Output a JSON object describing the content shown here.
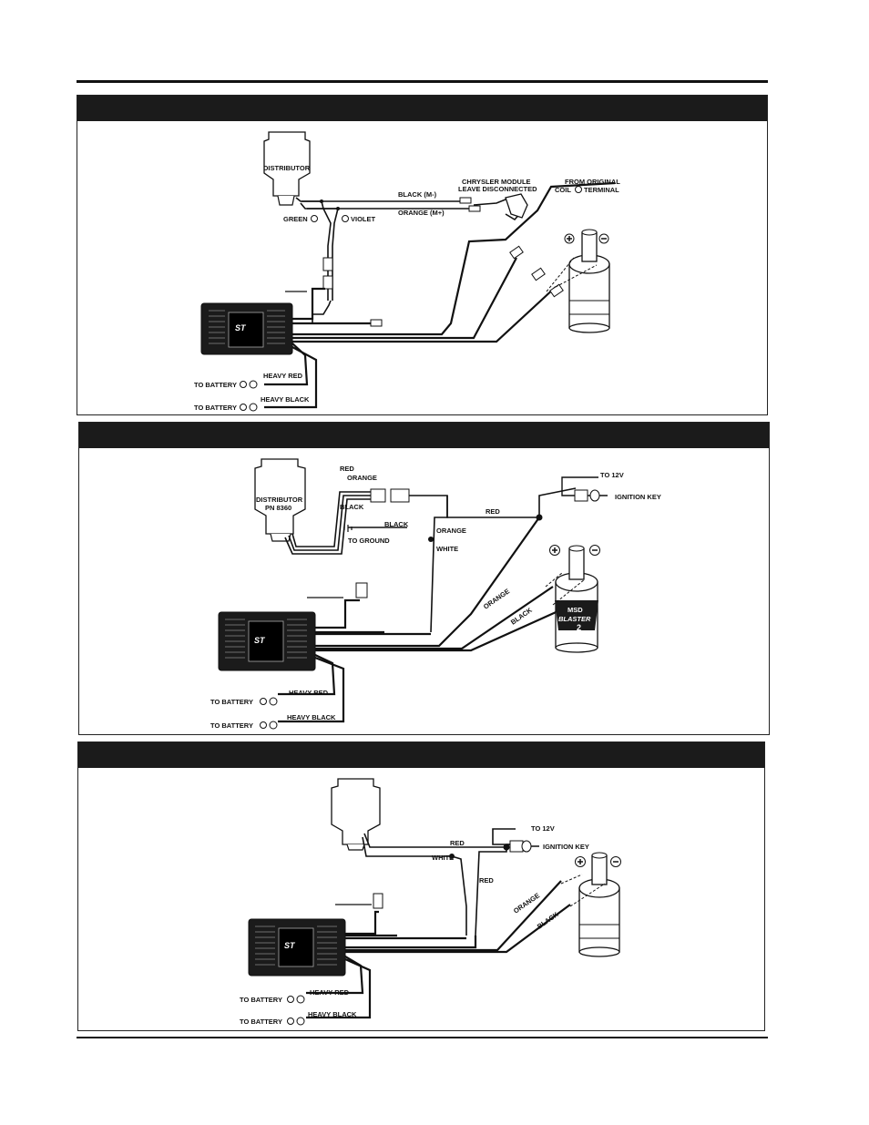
{
  "diagrams": [
    {
      "labels": {
        "distributor": "DISTRIBUTOR",
        "black_m": "BLACK (M-)",
        "orange_m": "ORANGE (M+)",
        "chrysler_1": "CHRYSLER MODULE",
        "chrysler_2": "LEAVE DISCONNECTED",
        "orig_1": "FROM ORIGINAL",
        "orig_2": "COIL",
        "orig_3": "TERMINAL",
        "green": "GREEN",
        "violet": "VIOLET",
        "heavy_red": "HEAVY RED",
        "heavy_black": "HEAVY BLACK",
        "to_battery_pos": "TO BATTERY",
        "to_battery_neg": "TO BATTERY"
      }
    },
    {
      "labels": {
        "distributor_1": "DISTRIBUTOR",
        "distributor_2": "PN 8360",
        "red": "RED",
        "orange": "ORANGE",
        "black": "BLACK",
        "black_ground": "BLACK",
        "to_ground": "TO GROUND",
        "red_key": "RED",
        "orange_white": "ORANGE",
        "white": "WHITE",
        "to_12v": "TO 12V",
        "ignition_key": "IGNITION KEY",
        "coil_orange": "ORANGE",
        "coil_black": "BLACK",
        "coil_brand": "MSD",
        "coil_model": "BLASTER",
        "coil_number": "2",
        "heavy_red": "HEAVY RED",
        "heavy_black": "HEAVY BLACK",
        "to_battery_pos": "TO BATTERY",
        "to_battery_neg": "TO BATTERY"
      }
    },
    {
      "labels": {
        "red_top": "RED",
        "white": "WHITE",
        "red_down": "RED",
        "to_12v": "TO 12V",
        "ignition_key": "IGNITION KEY",
        "coil_orange": "ORANGE",
        "coil_black": "BLACK",
        "heavy_red": "HEAVY RED",
        "heavy_black": "HEAVY BLACK",
        "to_battery_pos": "TO BATTERY",
        "to_battery_neg": "TO BATTERY"
      }
    }
  ],
  "ignition_box_logo": "ST",
  "colors": {
    "ink": "#111111",
    "bar": "#1b1b1b",
    "paper": "#ffffff"
  }
}
